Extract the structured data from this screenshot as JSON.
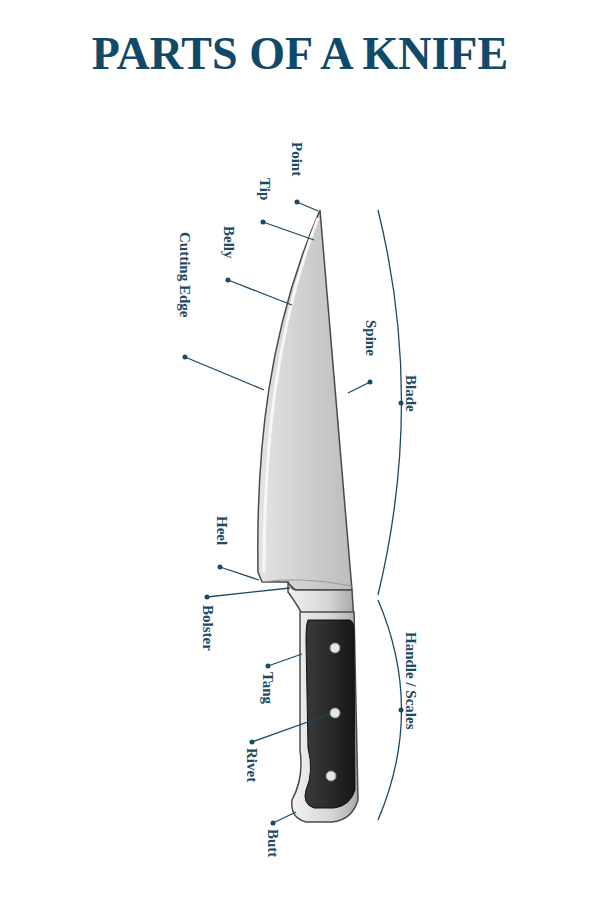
{
  "diagram": {
    "title": "PARTS OF A KNIFE",
    "labels": [
      "Point",
      "Tip",
      "Belly",
      "Cutting Edge",
      "Spine",
      "Blade",
      "Heel",
      "Bolster",
      "Tang",
      "Rivet",
      "Handle / Scales",
      "Butt"
    ]
  }
}
